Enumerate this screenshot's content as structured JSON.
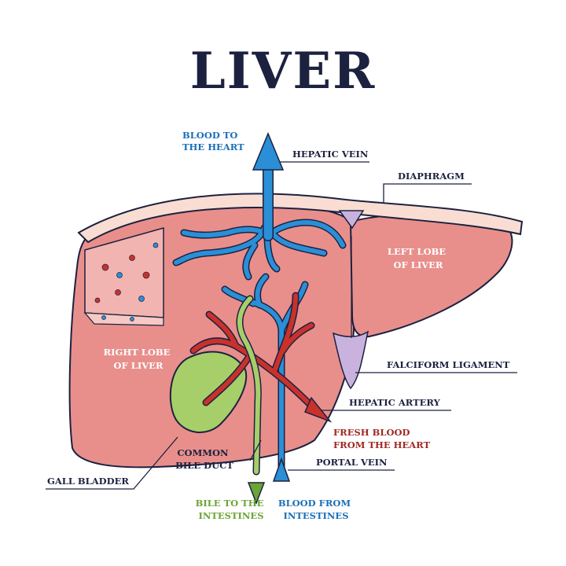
{
  "title": "LIVER",
  "labels": {
    "blood_to_heart": [
      "BLOOD TO",
      "THE HEART"
    ],
    "hepatic_vein": "HEPATIC VEIN",
    "diaphragm": "DIAPHRAGM",
    "left_lobe": [
      "LEFT LOBE",
      "OF LIVER"
    ],
    "right_lobe": [
      "RIGHT LOBE",
      "OF LIVER"
    ],
    "falciform_ligament": "FALCIFORM LIGAMENT",
    "hepatic_artery": "HEPATIC ARTERY",
    "fresh_blood": [
      "FRESH BLOOD",
      "FROM THE HEART"
    ],
    "common_bile_duct": [
      "COMMON",
      "BILE DUCT"
    ],
    "portal_vein": "PORTAL VEIN",
    "gall_bladder": "GALL BLADDER",
    "bile_to_intestines": [
      "BILE TO THE",
      "INTESTINES"
    ],
    "blood_from_intestines": [
      "BLOOD FROM",
      "INTESTINES"
    ]
  },
  "colors": {
    "title": "#1c2140",
    "liver_fill": "#e88f8c",
    "diaphragm": "#f9ddd3",
    "vein_blue": "#2a8fd6",
    "artery_red": "#c8322b",
    "bile_green": "#a6cf6a",
    "ligament_purple": "#c9b2de"
  }
}
